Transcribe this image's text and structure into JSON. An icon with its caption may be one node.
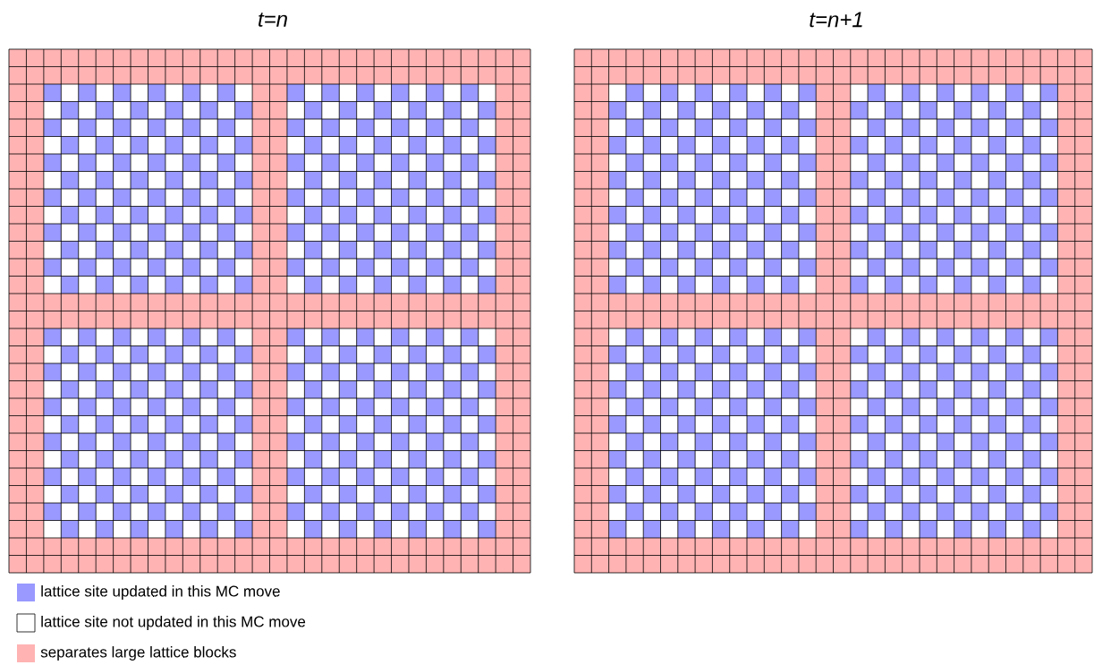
{
  "diagram": {
    "labels": [
      "t=n",
      "t=n+1"
    ],
    "legend": [
      {
        "text": "lattice site updated in this MC move",
        "color": "#9999ff"
      },
      {
        "text": "lattice site not updated in this MC move"
      },
      {
        "text": "separates large lattice blocks",
        "color": "#ffb3b3"
      }
    ]
  }
}
